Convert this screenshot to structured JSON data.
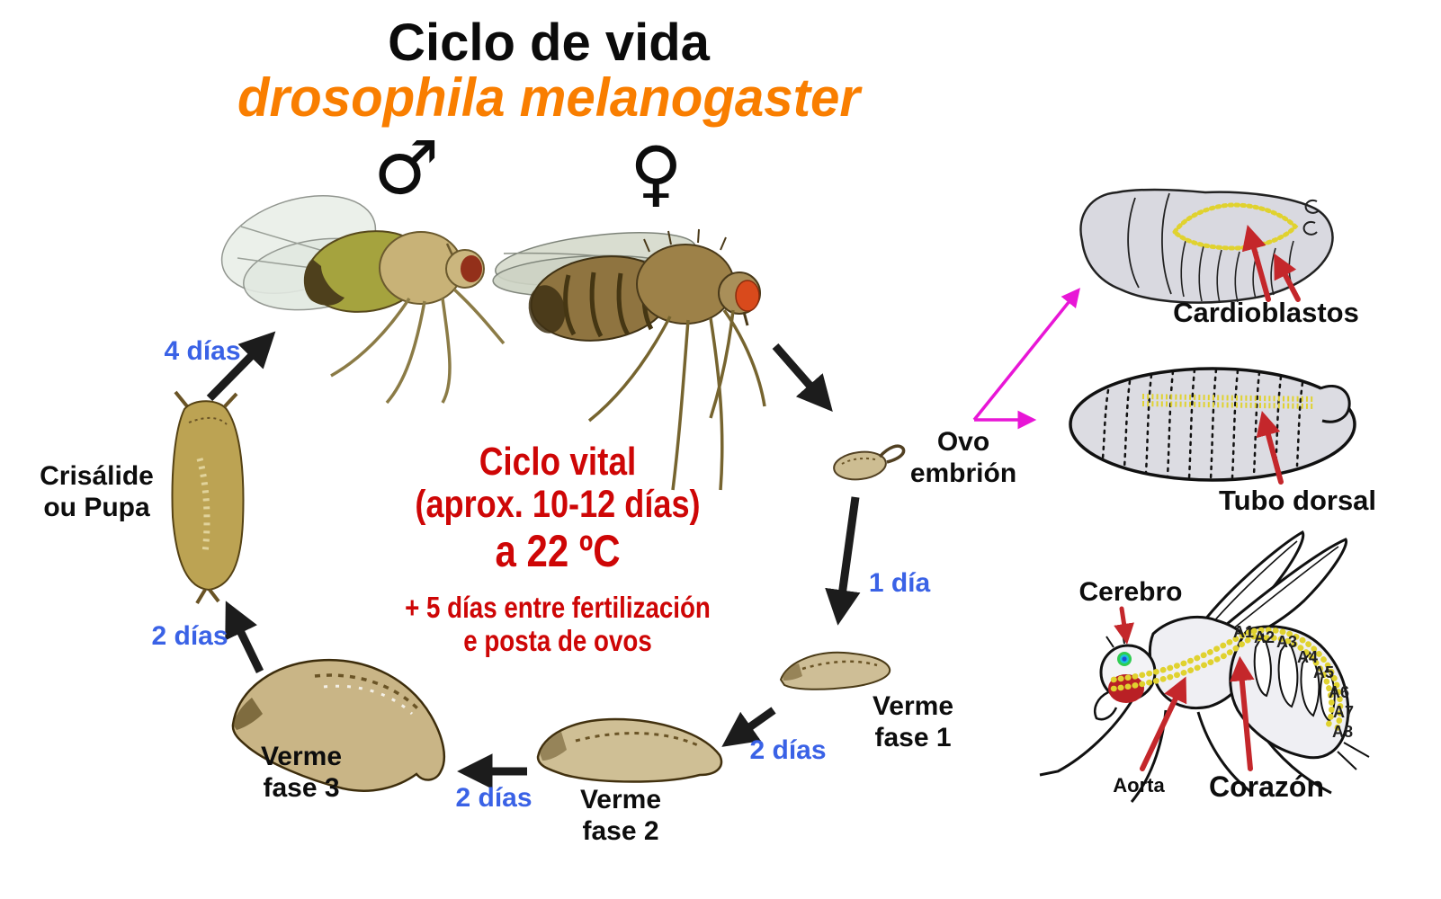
{
  "title": {
    "line1": "Ciclo de vida",
    "line2": "drosophila melanogaster"
  },
  "symbols": {
    "male": "♂",
    "female": "♀"
  },
  "center": {
    "line1": "Ciclo vital",
    "line2": "(aprox. 10-12 días)",
    "line3": "a 22 ºC",
    "note1": "+ 5 días entre fertilización",
    "note2": "e posta de ovos"
  },
  "stages": {
    "egg": {
      "line1": "Ovo",
      "line2": "embrión"
    },
    "larva1": {
      "line1": "Verme",
      "line2": "fase 1"
    },
    "larva2": {
      "line1": "Verme",
      "line2": "fase 2"
    },
    "larva3": {
      "line1": "Verme",
      "line2": "fase 3"
    },
    "pupa": {
      "line1": "Crisálide",
      "line2": "ou Pupa"
    }
  },
  "durations": {
    "egg_larva1": "1 día",
    "larva1_larva2": "2 días",
    "larva2_larva3": "2 días",
    "larva3_pupa": "2 días",
    "pupa_adult": "4 días"
  },
  "anatomy": {
    "cardioblasts": "Cardioblastos",
    "dorsal_tube": "Tubo dorsal",
    "brain": "Cerebro",
    "aorta": "Aorta",
    "heart": "Corazón",
    "segments": [
      "A1",
      "A2",
      "A3",
      "A4",
      "A5",
      "A6",
      "A7",
      "A8"
    ]
  },
  "colors": {
    "title_orange": "#F97E00",
    "accent_red": "#CE0606",
    "label_blue": "#3A62E6",
    "arrow_black": "#1C1C1C",
    "arrow_magenta": "#E816D6",
    "anatomy_red": "#C4272B",
    "cell_yellow": "#E0D22F"
  }
}
